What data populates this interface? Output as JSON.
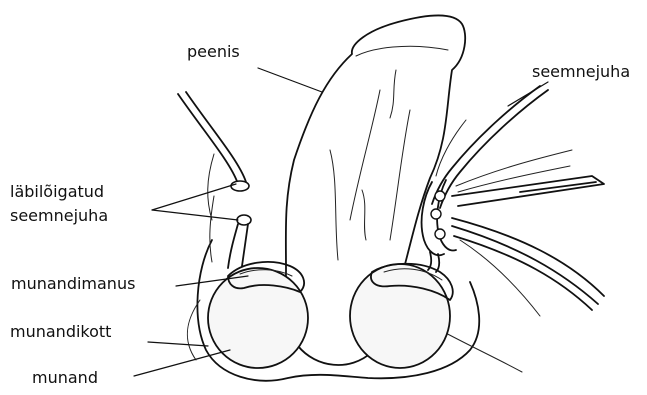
{
  "labels": {
    "penis": "peenis",
    "vas_deferens_right": "seemnejuha",
    "cut_vas_line1": "läbilõigatud",
    "cut_vas_line2": "seemnejuha",
    "epididymis": "munandimanus",
    "scrotum": "munandikott",
    "testis": "munand"
  },
  "colors": {
    "ink": "#111111",
    "background": "#ffffff",
    "testis_fill": "#f7f7f7"
  }
}
